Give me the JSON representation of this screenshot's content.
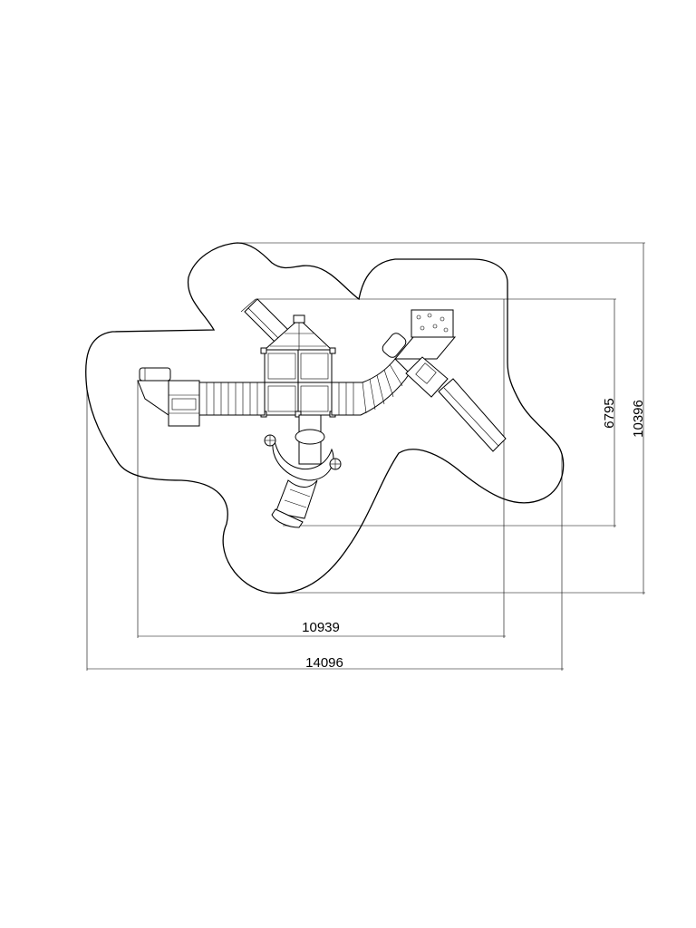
{
  "dimensions": {
    "inner_width": "10939",
    "outer_width": "14096",
    "inner_height": "6795",
    "outer_height": "10396"
  }
}
